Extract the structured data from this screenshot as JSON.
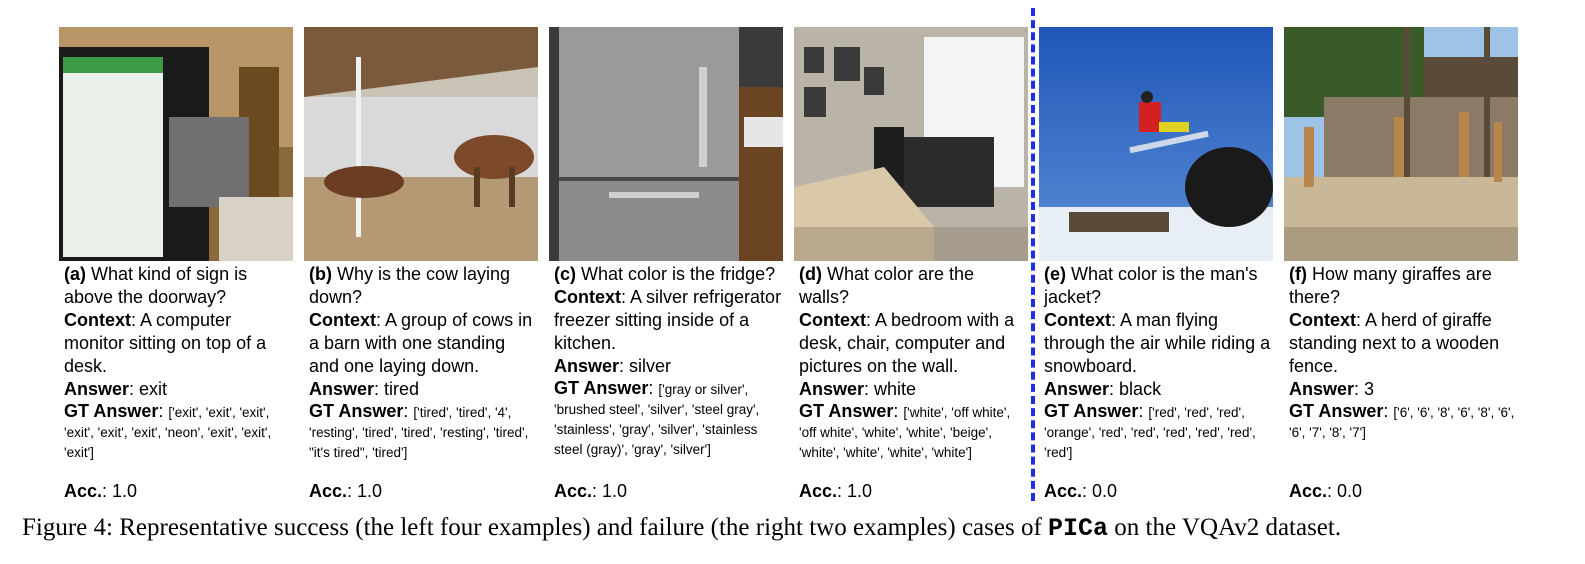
{
  "examples": [
    {
      "label": "(a)",
      "question": "What kind of sign is above the doorway?",
      "context_label": "Context",
      "context": "A computer monitor sitting on top of a desk.",
      "answer_label": "Answer",
      "answer": "exit",
      "gt_label": "GT Answer",
      "gt": "['exit', 'exit', 'exit', 'exit', 'exit', 'exit', 'neon', 'exit', 'exit', 'exit']",
      "acc_label": "Acc.",
      "acc": "1.0"
    },
    {
      "label": "(b)",
      "question": "Why is the cow laying down?",
      "context_label": "Context",
      "context": "A group of cows in a barn with one standing and one laying down.",
      "answer_label": "Answer",
      "answer": "tired",
      "gt_label": "GT Answer",
      "gt": "['tired', 'tired', '4', 'resting', 'tired', 'tired', 'resting', 'tired', \"it's tired\", 'tired']",
      "acc_label": "Acc.",
      "acc": "1.0"
    },
    {
      "label": "(c)",
      "question": "What color is the fridge?",
      "context_label": "Context",
      "context": "A silver refrigerator freezer sitting inside of a kitchen.",
      "answer_label": "Answer",
      "answer": "silver",
      "gt_label": "GT Answer",
      "gt": "['gray or silver', 'brushed steel', 'silver', 'steel gray', 'stainless', 'gray', 'silver', 'stainless steel (gray)', 'gray', 'silver']",
      "acc_label": "Acc.",
      "acc": "1.0"
    },
    {
      "label": "(d)",
      "question": "What color are the walls?",
      "context_label": "Context",
      "context": "A bedroom with a desk, chair, computer and pictures on the wall.",
      "answer_label": "Answer",
      "answer": "white",
      "gt_label": "GT Answer",
      "gt": "['white', 'off white', 'off white', 'white', 'white', 'beige', 'white', 'white', 'white', 'white']",
      "acc_label": "Acc.",
      "acc": "1.0"
    },
    {
      "label": "(e)",
      "question": "What color is the man's jacket?",
      "context_label": "Context",
      "context": "A man flying through the air while riding a snowboard.",
      "answer_label": "Answer",
      "answer": "black",
      "gt_label": "GT Answer",
      "gt": "['red', 'red', 'red', 'orange', 'red', 'red', 'red', 'red', 'red', 'red']",
      "acc_label": "Acc.",
      "acc": "0.0"
    },
    {
      "label": "(f)",
      "question": "How many giraffes are there?",
      "context_label": "Context",
      "context": "A herd of giraffe standing next to a wooden fence.",
      "answer_label": "Answer",
      "answer": "3",
      "gt_label": "GT Answer",
      "gt": "['6', '6', '8', '6', '8', '6', '6', '7', '8', '7']",
      "acc_label": "Acc.",
      "acc": "0.0"
    }
  ],
  "caption": {
    "prefix": "Figure 4: Representative success (the left four examples) and failure (the right two examples) cases of ",
    "method": "PICa",
    "suffix": " on the VQAv2 dataset."
  },
  "divider_color": "#1f2fe0"
}
